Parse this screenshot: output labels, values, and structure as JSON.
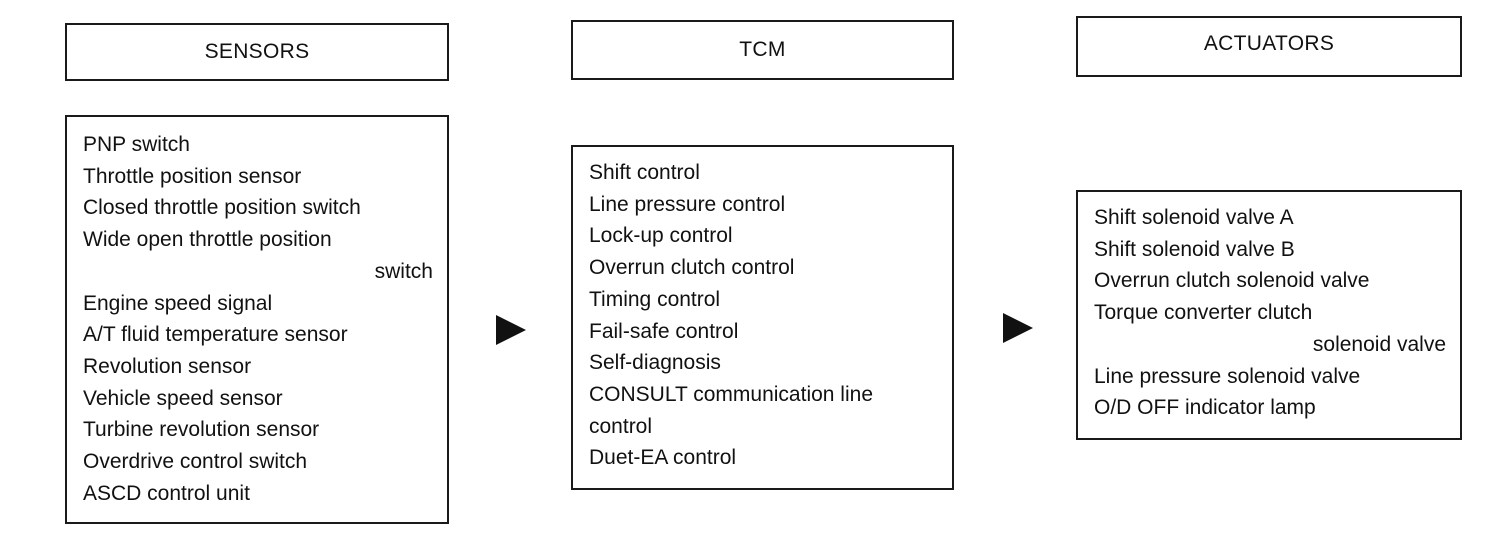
{
  "columns": {
    "sensors": {
      "title": "SENSORS",
      "items": [
        "PNP switch",
        "Throttle position sensor",
        "Closed throttle position switch",
        "Wide open throttle position",
        "switch",
        "Engine speed signal",
        "A/T fluid temperature sensor",
        "Revolution sensor",
        "Vehicle speed sensor",
        "Turbine revolution sensor",
        "Overdrive control switch",
        "ASCD control unit"
      ]
    },
    "tcm": {
      "title": "TCM",
      "items": [
        "Shift control",
        "Line pressure control",
        "Lock-up control",
        "Overrun clutch control",
        "Timing control",
        "Fail-safe control",
        "Self-diagnosis",
        "CONSULT communication line",
        "control",
        "Duet-EA control"
      ]
    },
    "actuators": {
      "title": "ACTUATORS",
      "items": [
        "Shift solenoid valve A",
        "Shift solenoid valve B",
        "Overrun clutch solenoid valve",
        "Torque converter clutch",
        "solenoid valve",
        "Line pressure solenoid valve",
        "O/D OFF indicator lamp"
      ]
    }
  }
}
